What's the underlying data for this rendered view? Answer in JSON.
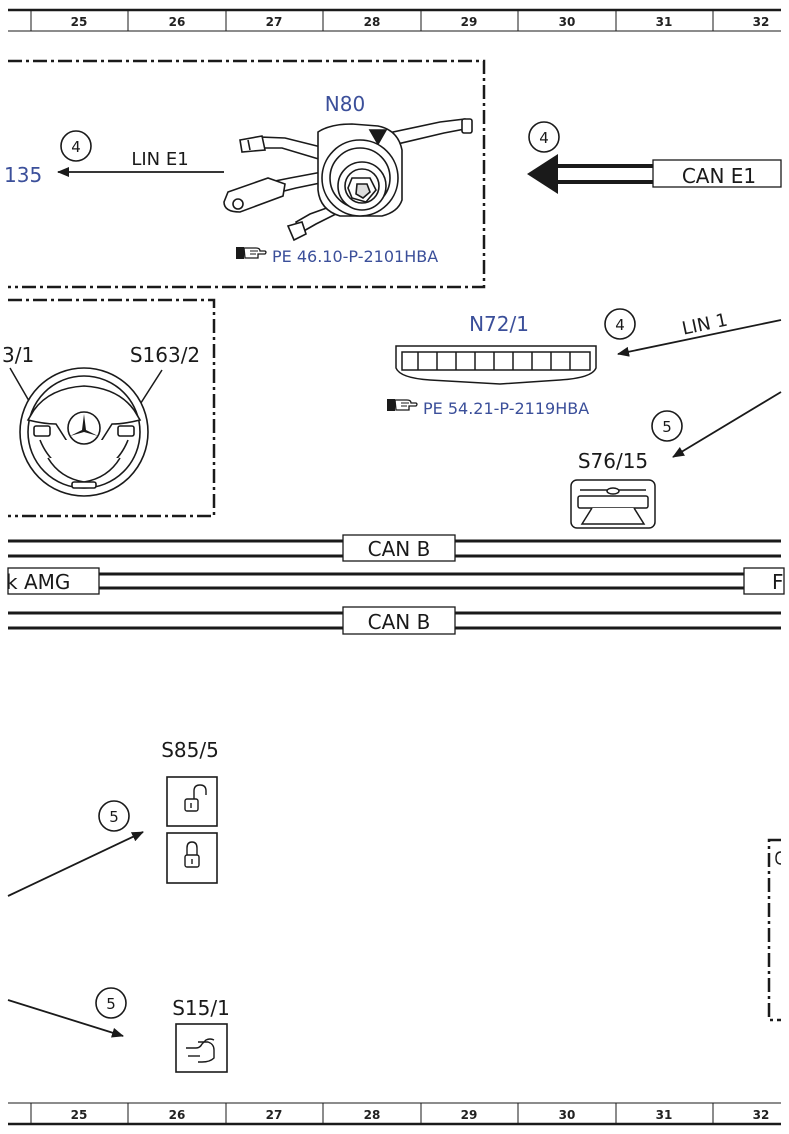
{
  "ruler": {
    "columns": [
      "25",
      "26",
      "27",
      "28",
      "29",
      "30",
      "31",
      "32"
    ]
  },
  "components": {
    "n80": {
      "code": "N80",
      "ref": "PE 46.10-P-2101HBA"
    },
    "n72_1": {
      "code": "N72/1",
      "ref": "PE 54.21-P-2119HBA"
    },
    "s163_1": {
      "code": "3/1"
    },
    "s163_2": {
      "code": "S163/2"
    },
    "s76_15": {
      "code": "S76/15"
    },
    "s85_5": {
      "code": "S85/5"
    },
    "s15_1": {
      "code": "S15/1"
    },
    "left_target": {
      "code": "135"
    }
  },
  "buses": {
    "lin_e1": "LIN E1",
    "can_e1": "CAN E1",
    "lin_1": "LIN 1",
    "can_b_upper": "CAN B",
    "can_b_lower": "CAN B",
    "amg_left": "k AMG",
    "amg_right": "F"
  },
  "markers": {
    "m_lin_e1": "4",
    "m_can_e1": "4",
    "m_lin_1": "4",
    "m_s76": "5",
    "m_s85": "5",
    "m_s15": "5"
  },
  "colors": {
    "component_blue": "#3b4f9a",
    "line": "#1a1a1a"
  }
}
